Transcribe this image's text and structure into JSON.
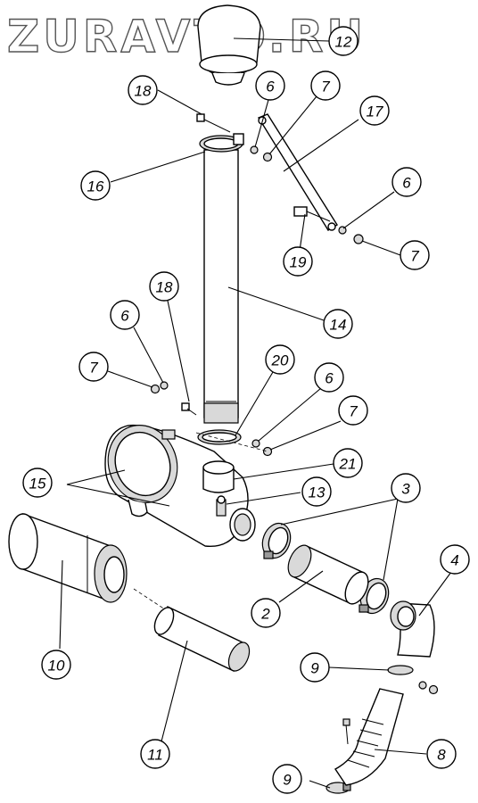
{
  "watermark": "ZURAVTO.RU",
  "callouts": [
    {
      "id": "c12a",
      "label": "12"
    },
    {
      "id": "c18a",
      "label": "18"
    },
    {
      "id": "c6a",
      "label": "6"
    },
    {
      "id": "c7a",
      "label": "7"
    },
    {
      "id": "c17",
      "label": "17"
    },
    {
      "id": "c16",
      "label": "16"
    },
    {
      "id": "c6b",
      "label": "6"
    },
    {
      "id": "c7b",
      "label": "7"
    },
    {
      "id": "c19",
      "label": "19"
    },
    {
      "id": "c18b",
      "label": "18"
    },
    {
      "id": "c14",
      "label": "14"
    },
    {
      "id": "c6c",
      "label": "6"
    },
    {
      "id": "c7c",
      "label": "7"
    },
    {
      "id": "c20",
      "label": "20"
    },
    {
      "id": "c6d",
      "label": "6"
    },
    {
      "id": "c7d",
      "label": "7"
    },
    {
      "id": "c21",
      "label": "21"
    },
    {
      "id": "c15",
      "label": "15"
    },
    {
      "id": "c13",
      "label": "13"
    },
    {
      "id": "c3",
      "label": "3"
    },
    {
      "id": "c4",
      "label": "4"
    },
    {
      "id": "c2",
      "label": "2"
    },
    {
      "id": "c10",
      "label": "10"
    },
    {
      "id": "c9a",
      "label": "9"
    },
    {
      "id": "c11",
      "label": "11"
    },
    {
      "id": "c8",
      "label": "8"
    },
    {
      "id": "c9b",
      "label": "9"
    }
  ]
}
